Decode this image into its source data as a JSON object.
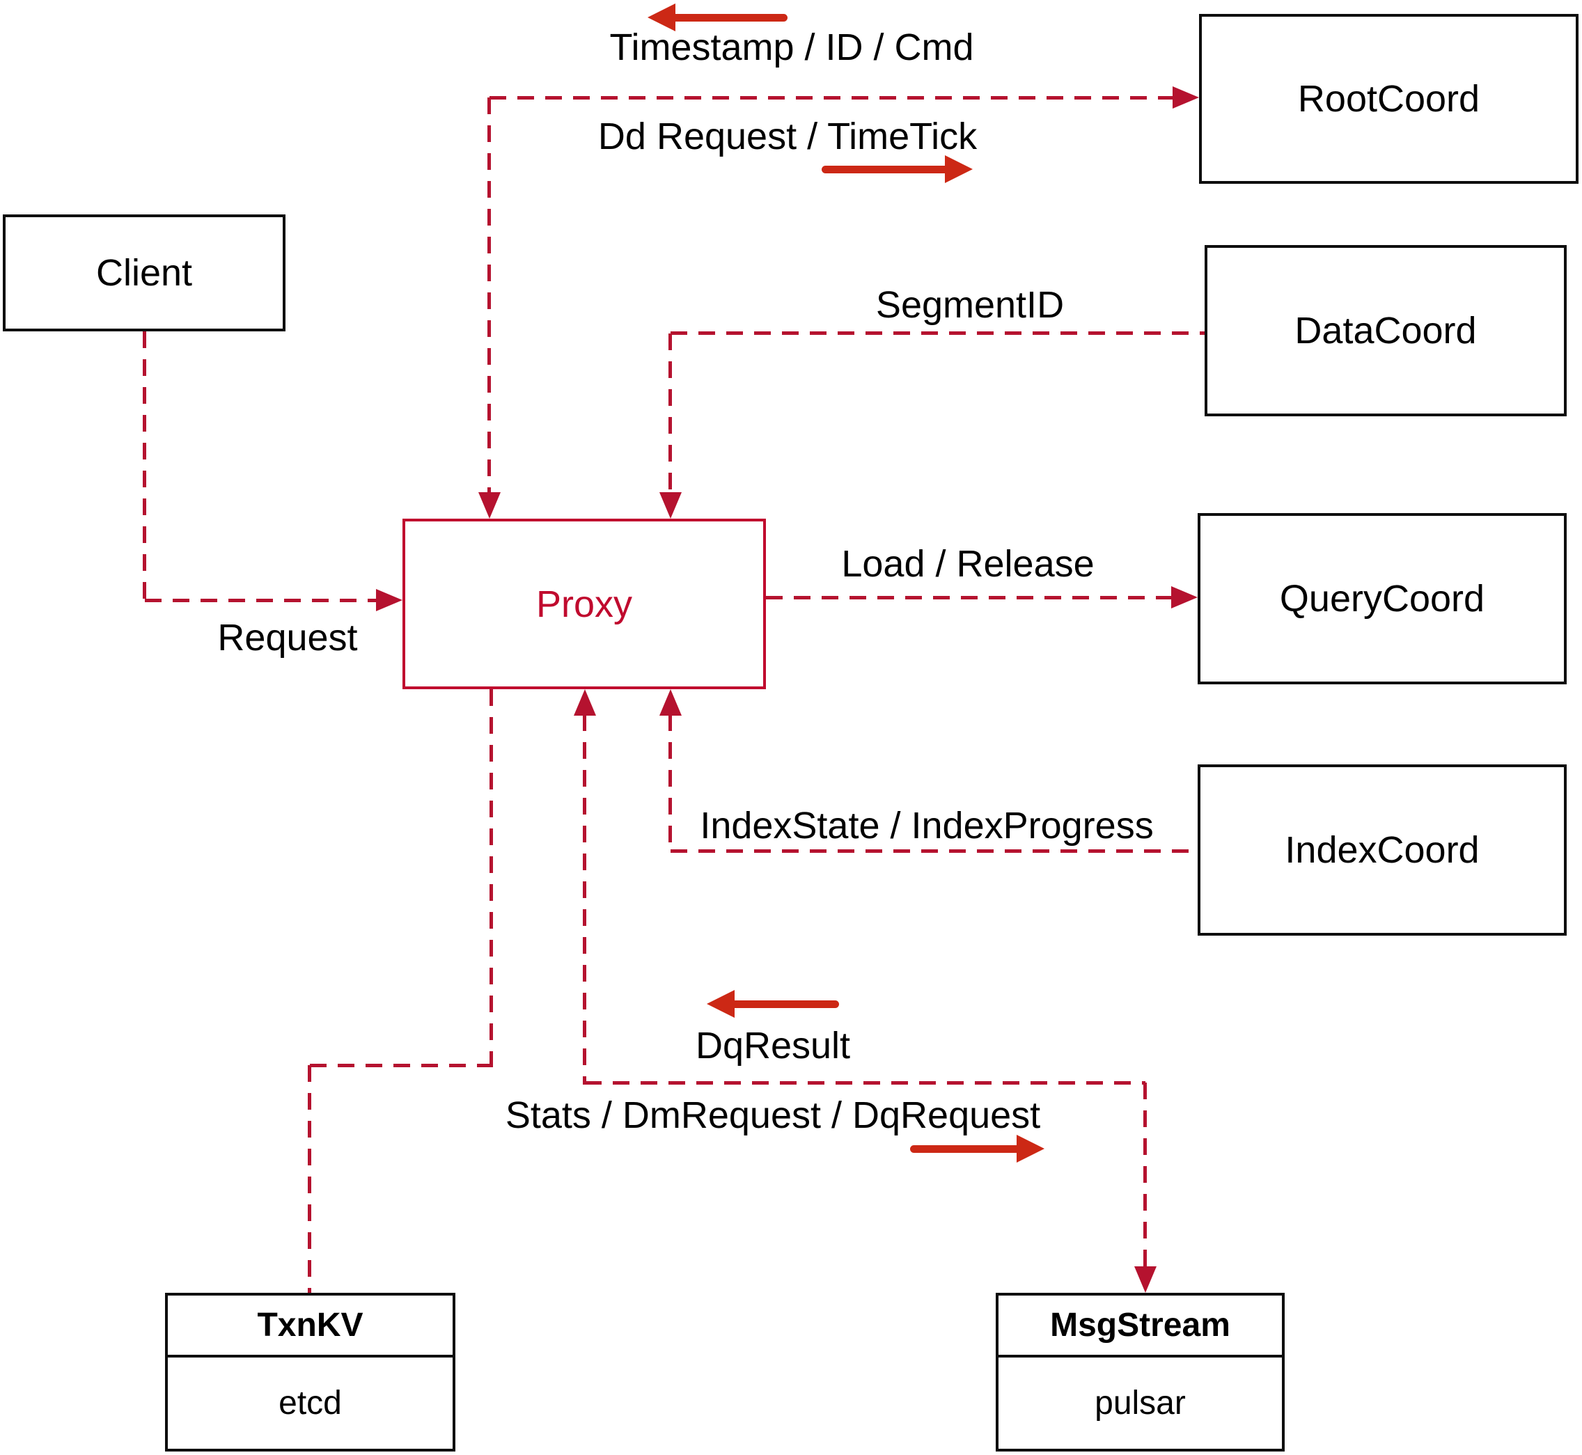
{
  "diagram": {
    "boxes": {
      "client": "Client",
      "root_coord": "RootCoord",
      "data_coord": "DataCoord",
      "query_coord": "QueryCoord",
      "index_coord": "IndexCoord",
      "proxy": "Proxy",
      "txn_kv": {
        "title": "TxnKV",
        "impl": "etcd"
      },
      "msg_stream": {
        "title": "MsgStream",
        "impl": "pulsar"
      }
    },
    "edge_labels": {
      "timestamp": "Timestamp / ID / Cmd",
      "dd_request": "Dd Request / TimeTick",
      "segment_id": "SegmentID",
      "request": "Request",
      "load_release": "Load / Release",
      "index_state": "IndexState / IndexProgress",
      "dq_result": "DqResult",
      "stats": "Stats / DmRequest / DqRequest"
    },
    "colors": {
      "line": "#b5122f",
      "arrow": "#cc2815",
      "proxy": "#c00a2e",
      "box_border": "#0d0d0d",
      "text": "#000000",
      "background": "#ffffff"
    }
  }
}
